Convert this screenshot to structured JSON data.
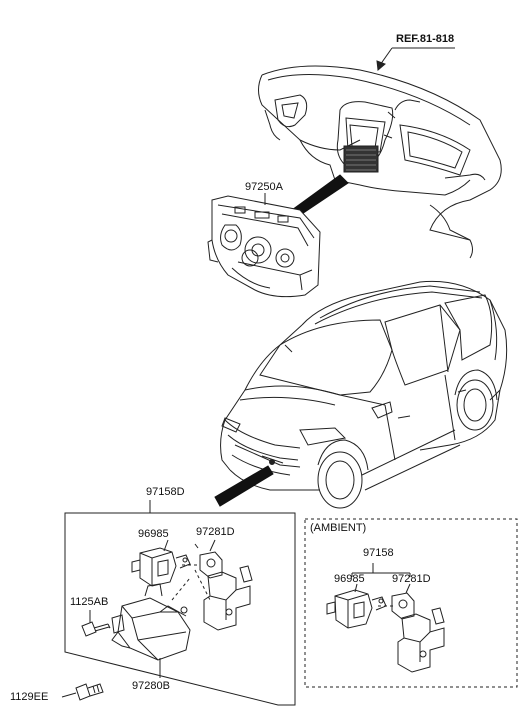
{
  "labels": {
    "ref": "REF.81-818",
    "control_unit": "97250A",
    "sensor_assy": "97158D",
    "sensor_left": "96985",
    "bracket_left": "97281D",
    "bolt_small": "1125AB",
    "bracket_body": "97280B",
    "bolt_large": "1129EE",
    "ambient_title": "(AMBIENT)",
    "ambient_group": "97158",
    "ambient_sensor": "96985",
    "ambient_bracket": "97281D"
  },
  "colors": {
    "line": "#222222",
    "background": "#ffffff"
  }
}
